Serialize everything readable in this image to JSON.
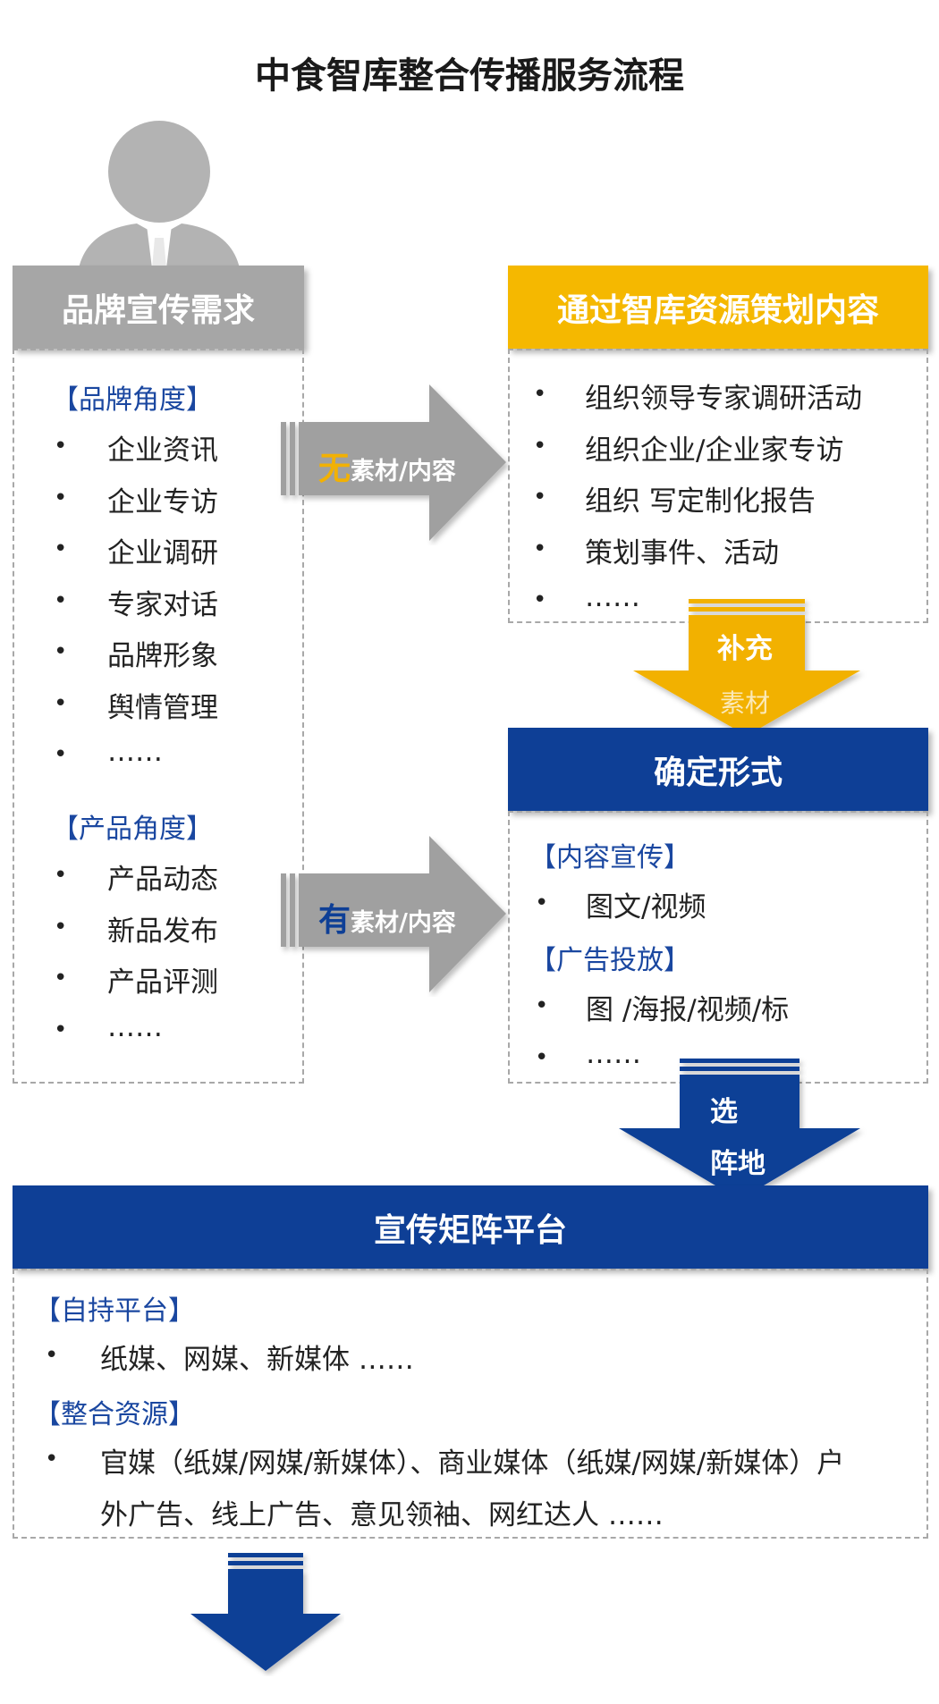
{
  "title": "中食智库整合传播服务流程",
  "colors": {
    "gray_header": "#a6a6a6",
    "gold_header": "#f5b800",
    "blue_header": "#0e3f96",
    "category_text": "#1a47a0",
    "arrow_gray": "#a0a0a0",
    "arrow_gold": "#f2b103",
    "arrow_blue": "#0e3f96"
  },
  "left": {
    "header": "品牌宣传需求",
    "section1": {
      "label": "【品牌角度】",
      "items": [
        "企业资讯",
        "企业专访",
        "企业调研",
        "专家对话",
        "品牌形象",
        "舆情管理",
        "……"
      ]
    },
    "section2": {
      "label": "【产品角度】",
      "items": [
        "产品动态",
        "新品发布",
        "产品评测",
        "……"
      ]
    }
  },
  "arrow_no": {
    "prefix": "无",
    "rest": "素材/内容"
  },
  "arrow_yes": {
    "prefix": "有",
    "rest": "素材/内容"
  },
  "top_right": {
    "header": "通过智库资源策划内容",
    "items": [
      "组织领导专家调研活动",
      "组织企业/企业家专访",
      "组织    写定制化报告",
      "策划事件、活动",
      "……"
    ]
  },
  "arrow_supplement": {
    "line1": "补充",
    "line2": "素材"
  },
  "mid_right": {
    "header": "确定形式",
    "section1": {
      "label": "【内容宣传】",
      "items": [
        "图文/视频"
      ]
    },
    "section2": {
      "label": "【广告投放】",
      "items": [
        "图    /海报/视频/标",
        "……"
      ]
    }
  },
  "arrow_select": {
    "line1": "选",
    "line2": "阵地"
  },
  "bottom": {
    "header": "宣传矩阵平台",
    "section1": {
      "label": "【自持平台】",
      "item": "纸媒、网媒、新媒体 ……"
    },
    "section2": {
      "label": "【整合资源】",
      "line1": "官媒（纸媒/网媒/新媒体）、商业媒体（纸媒/网媒/新媒体）户",
      "line2": "外广告、线上广告、意见领袖、网红达人 ……"
    }
  }
}
